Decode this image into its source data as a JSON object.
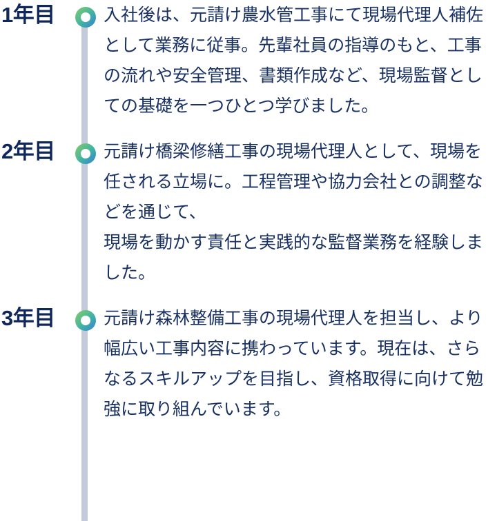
{
  "timeline": {
    "rail_color": "#c3cbdb",
    "marker_gradient_from": "#7fc96b",
    "marker_gradient_to": "#3f84c8",
    "year_label_color": "#10275c",
    "body_text_color": "#1a3263",
    "entries": [
      {
        "year_label": "1年目",
        "marker_icon": "circle-ring-icon",
        "text": "入社後は、元請け農水管工事にて現場代理人補佐として業務に従事。先輩社員の指導のもと、工事の流れや安全管理、書類作成など、現場監督としての基礎を一つひとつ学びました。"
      },
      {
        "year_label": "2年目",
        "marker_icon": "circle-ring-icon",
        "text": "元請け橋梁修繕工事の現場代理人として、現場を任される立場に。工程管理や協力会社との調整などを通じて、",
        "text_line2": "現場を動かす責任と実践的な監督業務を経験しました。"
      },
      {
        "year_label": "3年目",
        "marker_icon": "circle-ring-icon",
        "text": "元請け森林整備工事の現場代理人を担当し、より幅広い工事内容に携わっています。現在は、さらなるスキルアップを目指し、資格取得に向けて勉強に取り組んでいます。"
      }
    ]
  }
}
